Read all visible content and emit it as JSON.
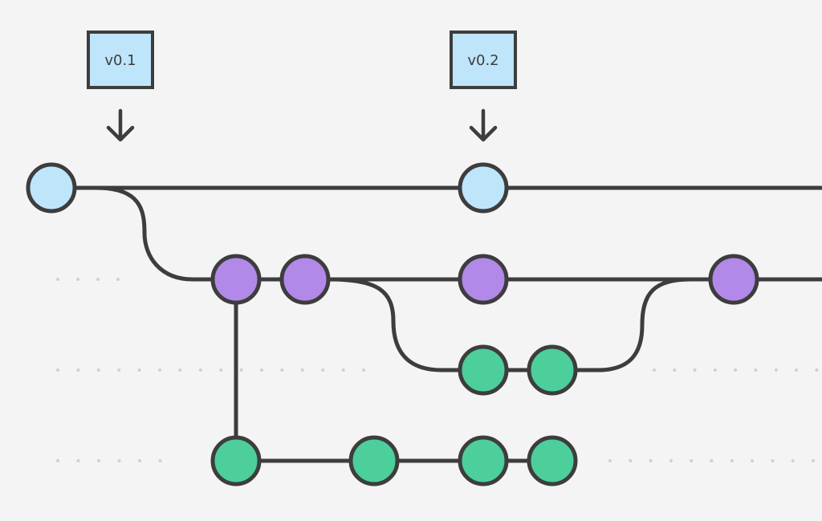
{
  "colors": {
    "background": "#f4f4f4",
    "line": "#3d3d3d",
    "master_commit": "#bfe5fb",
    "develop_commit": "#b288e8",
    "feature_commit": "#4ccf9a",
    "tag_fill": "#bfe5fb",
    "guide_dots": "#d0d0d0"
  },
  "tags": [
    {
      "label": "v0.1"
    },
    {
      "label": "v0.2"
    }
  ],
  "lanes": [
    {
      "id": "master",
      "commits": 2,
      "color": "#bfe5fb"
    },
    {
      "id": "develop",
      "commits": 4,
      "color": "#b288e8"
    },
    {
      "id": "feature-a",
      "commits": 2,
      "color": "#4ccf9a"
    },
    {
      "id": "feature-b",
      "commits": 4,
      "color": "#4ccf9a"
    }
  ]
}
